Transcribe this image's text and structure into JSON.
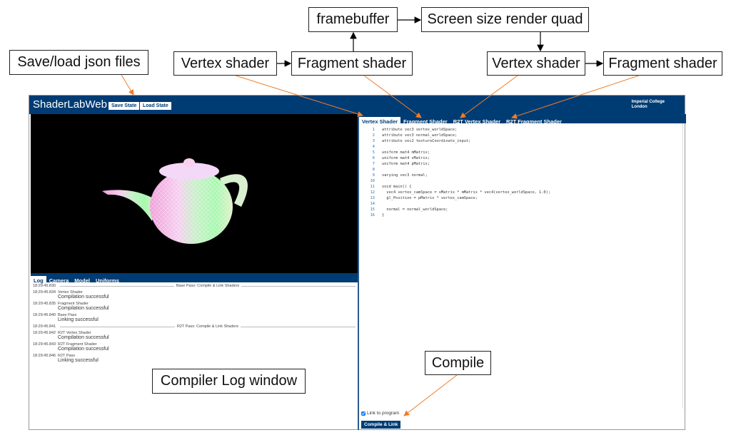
{
  "callouts": {
    "save_load": "Save/load json files",
    "vertex1": "Vertex shader",
    "fragment1": "Fragment shader",
    "framebuffer": "framebuffer",
    "screen_quad": "Screen size render quad",
    "vertex2": "Vertex shader",
    "fragment2": "Fragment shader",
    "compile": "Compile",
    "log_window": "Compiler Log window"
  },
  "app": {
    "title": "ShaderLabWeb",
    "save_state": "Save State",
    "load_state": "Load State",
    "org_line1": "Imperial College",
    "org_line2": "London"
  },
  "left_tabs": [
    "Log",
    "Camera",
    "Model",
    "Uniforms"
  ],
  "log": [
    {
      "type": "sep",
      "time": "18:29:45.830",
      "text": "Base Pass: Compile & Link Shaders"
    },
    {
      "type": "entry",
      "time": "18:29:45.834",
      "source": "Vertex Shader",
      "msg": "Compilation successful"
    },
    {
      "type": "entry",
      "time": "18:29:45.835",
      "source": "Fragment Shader",
      "msg": "Compilation successful"
    },
    {
      "type": "entry",
      "time": "18:29:45.840",
      "source": "Base Pass",
      "msg": "Linking successful"
    },
    {
      "type": "sep",
      "time": "18:29:45.841",
      "text": "R2T Pass: Compile & Link Shaders"
    },
    {
      "type": "entry",
      "time": "18:29:45.842",
      "source": "R2T Vertex Shader",
      "msg": "Compilation successful"
    },
    {
      "type": "entry",
      "time": "18:29:45.843",
      "source": "R2T Fragment Shader",
      "msg": "Compilation successful"
    },
    {
      "type": "entry",
      "time": "18:29:45.846",
      "source": "R2T Pass",
      "msg": "Linking successful"
    }
  ],
  "right_tabs": [
    "Vertex Shader",
    "Fragment Shader",
    "R2T Vertex Shader",
    "R2T Fragment Shader"
  ],
  "code": [
    "attribute vec3 vertex_worldSpace;",
    "attribute vec3 normal_worldSpace;",
    "attribute vec2 textureCoordinate_input;",
    "",
    "uniform mat4 mMatrix;",
    "uniform mat4 vMatrix;",
    "uniform mat4 pMatrix;",
    "",
    "varying vec3 normal;",
    "",
    "void main() {",
    "  vec4 vertex_camSpace = vMatrix * mMatrix * vec4(vertex_worldSpace, 1.0);",
    "  gl_Position = pMatrix * vertex_camSpace;",
    "",
    "  normal = normal_worldSpace;",
    "}"
  ],
  "link_to_program": "Link to program",
  "compile_button": "Compile & Link",
  "colors": {
    "brand": "#003c74",
    "arrow": "#f07c28"
  }
}
